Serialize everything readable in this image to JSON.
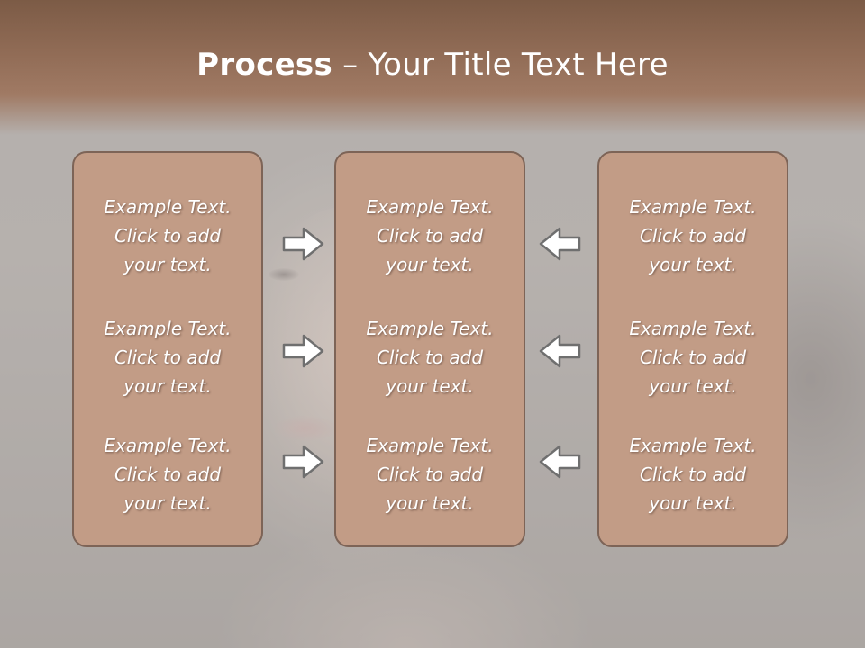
{
  "slide": {
    "title_bold": "Process",
    "title_rest": " – Your Title Text Here"
  },
  "columns": [
    {
      "items": [
        [
          "Example Text.",
          "Click  to add",
          "your text."
        ],
        [
          "Example Text.",
          "Click  to add",
          "your text."
        ],
        [
          "Example Text.",
          "Click  to add",
          "your text."
        ]
      ]
    },
    {
      "items": [
        [
          "Example Text.",
          "Click  to add",
          "your text."
        ],
        [
          "Example Text.",
          "Click  to add",
          "your text."
        ],
        [
          "Example Text.",
          "Click  to add",
          "your text."
        ]
      ]
    },
    {
      "items": [
        [
          "Example Text.",
          "Click  to add",
          "your text."
        ],
        [
          "Example Text.",
          "Click  to add",
          "your text."
        ],
        [
          "Example Text.",
          "Click  to add",
          "your text."
        ]
      ]
    }
  ],
  "colors": {
    "header": "#8f6a55",
    "box_fill": "#c29c86",
    "box_border": "#7d6457",
    "arrow_fill": "#ffffff",
    "arrow_stroke": "#6f6f6f"
  },
  "icons": {
    "left_arrows": "arrow-right-icon",
    "right_arrows": "arrow-left-icon"
  }
}
